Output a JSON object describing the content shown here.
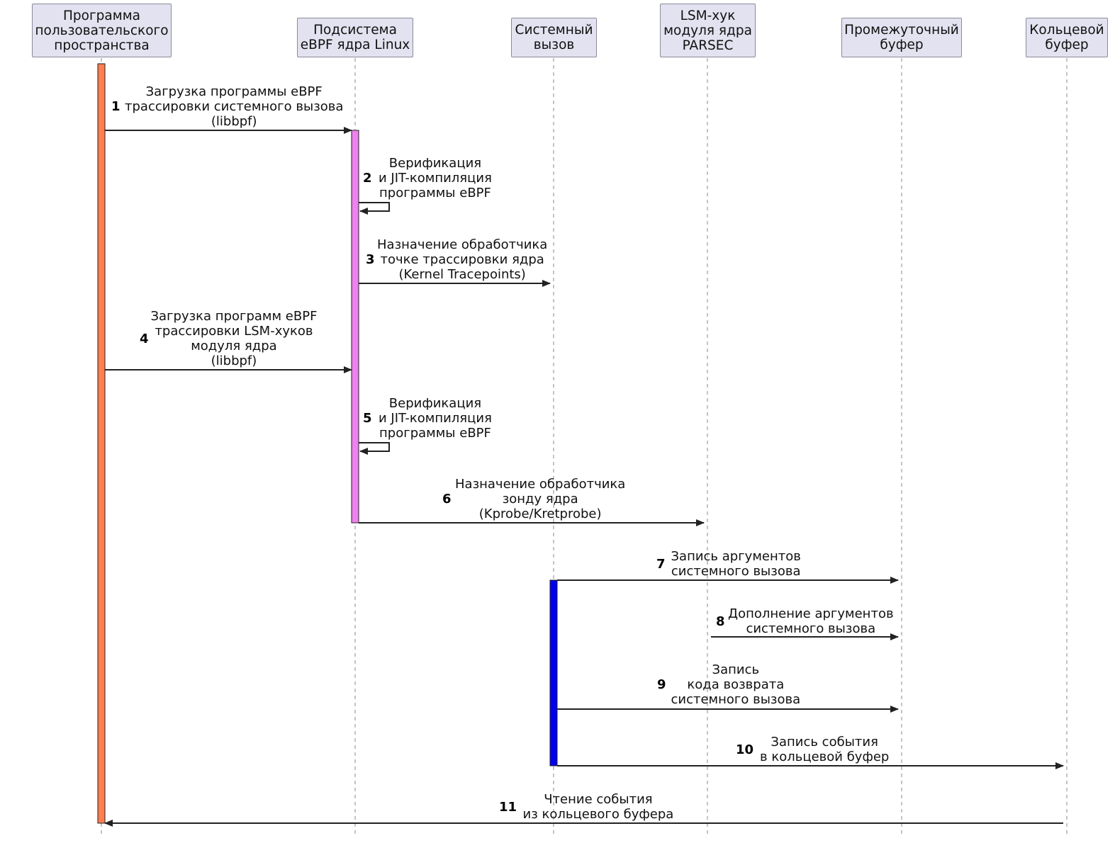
{
  "participants": [
    {
      "id": "user",
      "lines": [
        "Программа",
        "пользовательского",
        "пространства"
      ]
    },
    {
      "id": "ebpf",
      "lines": [
        "Подсистема",
        "eBPF ядра Linux"
      ]
    },
    {
      "id": "syscall",
      "lines": [
        "Системный",
        "вызов"
      ]
    },
    {
      "id": "lsm",
      "lines": [
        "LSM-хук",
        "модуля ядра",
        "PARSEC"
      ]
    },
    {
      "id": "buffer",
      "lines": [
        "Промежуточный",
        "буфер"
      ]
    },
    {
      "id": "ring",
      "lines": [
        "Кольцевой",
        "буфер"
      ]
    }
  ],
  "activation_colors": {
    "user": "#ff7f50",
    "ebpf": "#ee82ee",
    "syscall": "#0000ee"
  },
  "messages": [
    {
      "num": "1",
      "from": "user",
      "to": "ebpf",
      "lines": [
        "Загрузка программы eBPF",
        "трассировки системного вызова",
        "(libbpf)"
      ]
    },
    {
      "num": "2",
      "from": "ebpf",
      "to": "ebpf",
      "lines": [
        "Верификация",
        "и JIT-компиляция",
        "программы eBPF"
      ]
    },
    {
      "num": "3",
      "from": "ebpf",
      "to": "syscall",
      "lines": [
        "Назначение обработчика",
        "точке трассировки ядра",
        "(Kernel Tracepoints)"
      ]
    },
    {
      "num": "4",
      "from": "user",
      "to": "ebpf",
      "lines": [
        "Загрузка программ eBPF",
        "трассировки LSM-хуков",
        "модуля ядра",
        "(libbpf)"
      ]
    },
    {
      "num": "5",
      "from": "ebpf",
      "to": "ebpf",
      "lines": [
        "Верификация",
        "и JIT-компиляция",
        "программы eBPF"
      ]
    },
    {
      "num": "6",
      "from": "ebpf",
      "to": "lsm",
      "lines": [
        "Назначение обработчика",
        "зонду ядра",
        "(Kprobe/Kretprobe)"
      ]
    },
    {
      "num": "7",
      "from": "syscall",
      "to": "buffer",
      "lines": [
        "Запись аргументов",
        "системного вызова"
      ]
    },
    {
      "num": "8",
      "from": "lsm",
      "to": "buffer",
      "lines": [
        "Дополнение аргументов",
        "системного вызова"
      ]
    },
    {
      "num": "9",
      "from": "syscall",
      "to": "buffer",
      "lines": [
        "Запись",
        "кода возврата",
        "системного вызова"
      ]
    },
    {
      "num": "10",
      "from": "syscall",
      "to": "ring",
      "lines": [
        "Запись события",
        "в кольцевой буфер"
      ]
    },
    {
      "num": "11",
      "from": "ring",
      "to": "user",
      "lines": [
        "Чтение события",
        "из кольцевого буфера"
      ]
    }
  ]
}
